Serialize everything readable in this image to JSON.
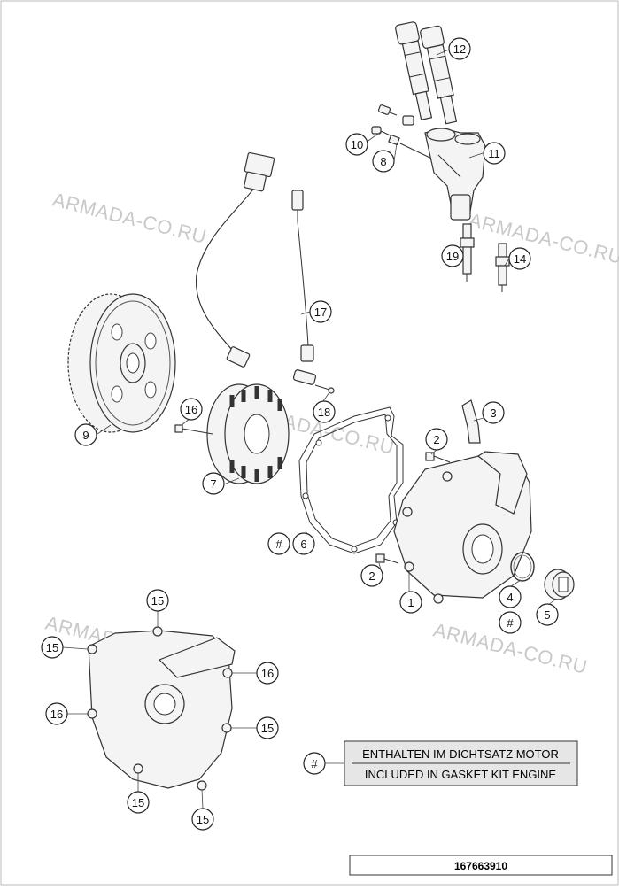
{
  "watermark": "ARMADA-CO.RU",
  "legend": {
    "marker": "#",
    "line_de": "ENTHALTEN IM DICHTSATZ MOTOR",
    "line_en": "INCLUDED IN GASKET KIT ENGINE"
  },
  "drawing_number": "167663910",
  "callouts": {
    "c1": "1",
    "c2a": "2",
    "c2b": "2",
    "c3": "3",
    "c4": "4",
    "c4h": "#",
    "c5": "5",
    "c6": "6",
    "c6h": "#",
    "c7": "7",
    "c8": "8",
    "c9": "9",
    "c10": "10",
    "c11": "11",
    "c12": "12",
    "c14": "14",
    "c15a": "15",
    "c15b": "15",
    "c15c": "15",
    "c15d": "15",
    "c15e": "15",
    "c16a": "16",
    "c16b": "16",
    "c16c": "16",
    "c17": "17",
    "c18": "18",
    "c19": "19"
  }
}
